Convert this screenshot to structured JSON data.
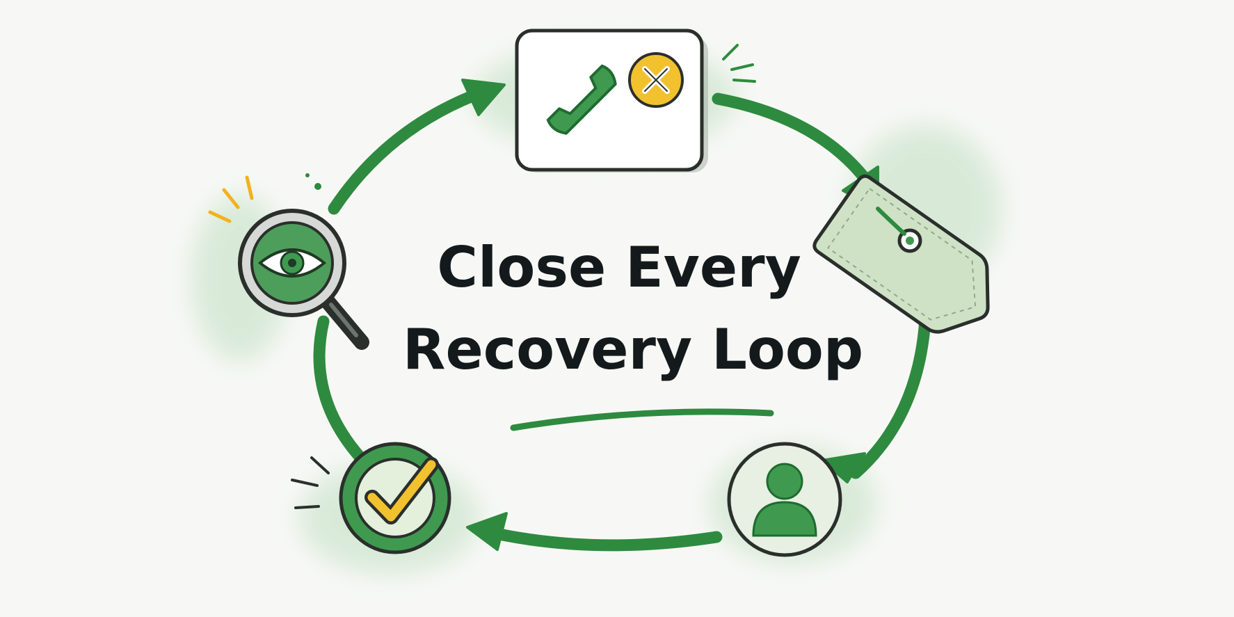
{
  "title": {
    "line1": "Close Every",
    "line2": "Recovery Loop"
  },
  "nodes": [
    {
      "id": "missed-call",
      "icon": "phone-missed-call-icon"
    },
    {
      "id": "tag",
      "icon": "price-tag-icon"
    },
    {
      "id": "customer",
      "icon": "user-profile-icon"
    },
    {
      "id": "resolved",
      "icon": "checkmark-icon"
    },
    {
      "id": "review",
      "icon": "magnifier-eye-icon"
    }
  ],
  "colors": {
    "green": "#2e8a3f",
    "dark_green": "#1f6b30",
    "wash_green": "#cfe5cf",
    "yellow": "#f2c12e",
    "ink": "#141a1c",
    "background": "#f7f8f5"
  }
}
